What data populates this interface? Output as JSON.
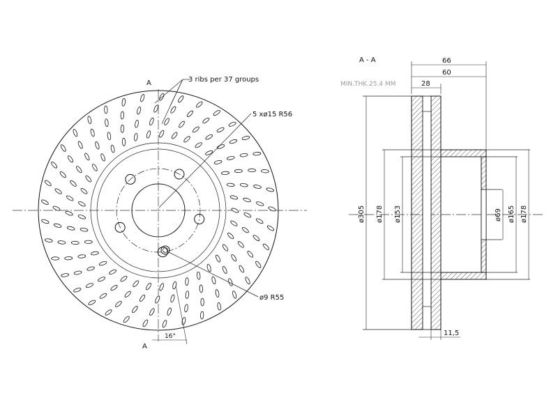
{
  "front_view": {
    "section_marker_top": "A",
    "section_marker_bottom": "A",
    "note_ribs": "3 ribs per 37 groups",
    "note_holes": "5 xø15 R56",
    "note_hole_small": "ø9 R55",
    "note_angle": "16°"
  },
  "section_view": {
    "title": "A - A",
    "note_min_thk": "MIN.THK.25.4 MM",
    "dim_66": "66",
    "dim_60": "60",
    "dim_28": "28",
    "dim_305": "ø305",
    "dim_178_left": "ø178",
    "dim_153": "ø153",
    "dim_69": "ø69",
    "dim_165": "ø165",
    "dim_178_right": "ø178",
    "dim_11_5": "11,5"
  }
}
